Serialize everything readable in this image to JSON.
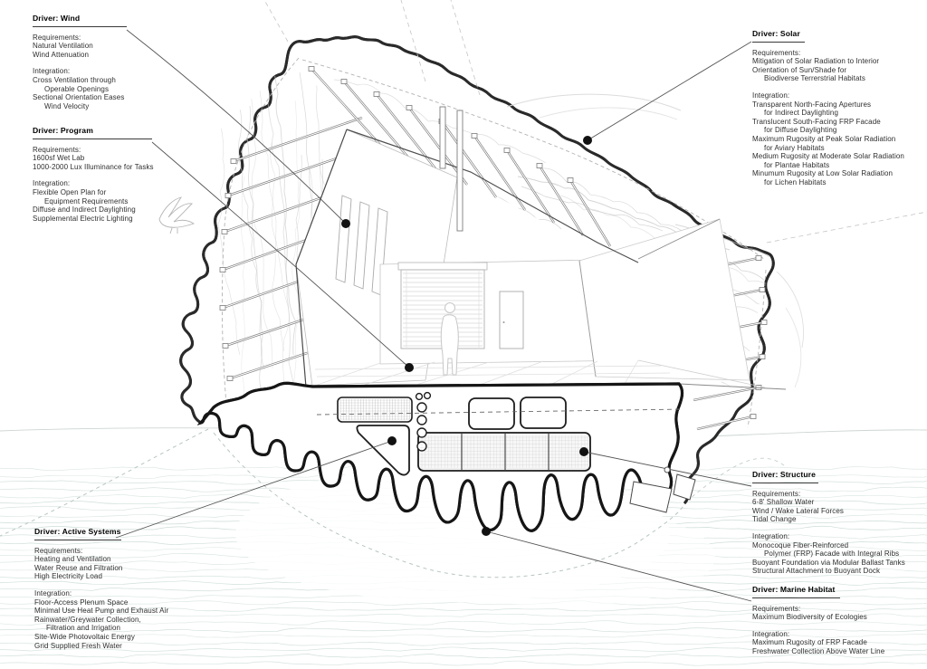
{
  "palette": {
    "ink": "#1a1a1a",
    "medium_line": "#555555",
    "light_line": "#c9c9c9",
    "water_line": "#bfd4cb",
    "leader": "#555555",
    "dot": "#111111"
  },
  "annotations": {
    "wind": {
      "title": "Driver: Wind",
      "req_label": "Requirements:",
      "requirements": [
        "Natural Ventilation",
        "Wind Attenuation"
      ],
      "int_label": "Integration:",
      "integration": [
        "Cross Ventilation through",
        "Operable Openings",
        "Sectional Orientation Eases",
        "Wind Velocity"
      ]
    },
    "program": {
      "title": "Driver: Program",
      "req_label": "Requirements:",
      "requirements": [
        "1600sf Wet Lab",
        "1000-2000 Lux Illuminance for Tasks"
      ],
      "int_label": "Integration:",
      "integration": [
        "Flexible Open Plan for",
        "Equipment Requirements",
        "Diffuse and Indirect Daylighting",
        "Supplemental Electric Lighting"
      ]
    },
    "solar": {
      "title": "Driver: Solar",
      "req_label": "Requirements:",
      "requirements": [
        "Mitigation of Solar Radiation to Interior",
        "Orientation of Sun/Shade for",
        "Biodiverse Terrerstrial Habitats"
      ],
      "int_label": "Integration:",
      "integration": [
        "Transparent North-Facing Apertures",
        "for Indirect Daylighting",
        "Translucent South-Facing FRP Facade",
        "for Diffuse Daylighting",
        "Maximum Rugosity at Peak Solar Radiation",
        "for Aviary Habitats",
        "Medium Rugosity at Moderate Solar Radiation",
        "for Plantae Habitats",
        "Minumum Rugosity at Low Solar Radiation",
        "for Lichen Habitats"
      ]
    },
    "structure": {
      "title": "Driver: Structure",
      "req_label": "Requirements:",
      "requirements": [
        "6-8' Shallow Water",
        "Wind / Wake Lateral Forces",
        "Tidal Change"
      ],
      "int_label": "Integration:",
      "integration": [
        "Monocoque Fiber-Reinforced",
        "Polymer (FRP) Facade with Integral Ribs",
        "Buoyant Foundation via Modular Ballast Tanks",
        "Structural Attachment to Buoyant Dock"
      ]
    },
    "marine": {
      "title": "Driver: Marine Habitat",
      "req_label": "Requirements:",
      "requirements": [
        "Maximum Biodiversity of Ecologies"
      ],
      "int_label": "Integration:",
      "integration": [
        "Maximum Rugosity of FRP Facade",
        "Freshwater Collection Above Water Line"
      ]
    },
    "active": {
      "title": "Driver: Active Systems",
      "req_label": "Requirements:",
      "requirements": [
        "Heating and Ventilation",
        "Water Reuse and Filtration",
        "High Electricity Load"
      ],
      "int_label": "Integration:",
      "integration": [
        "Floor-Access Plenum Space",
        "Minimal Use Heat Pump and Exhaust Air",
        "Rainwater/Greywater Collection,",
        "Filtration and Irrigation",
        "Site-Wide Photovoltaic Energy",
        "Grid Supplied Fresh Water"
      ]
    }
  }
}
